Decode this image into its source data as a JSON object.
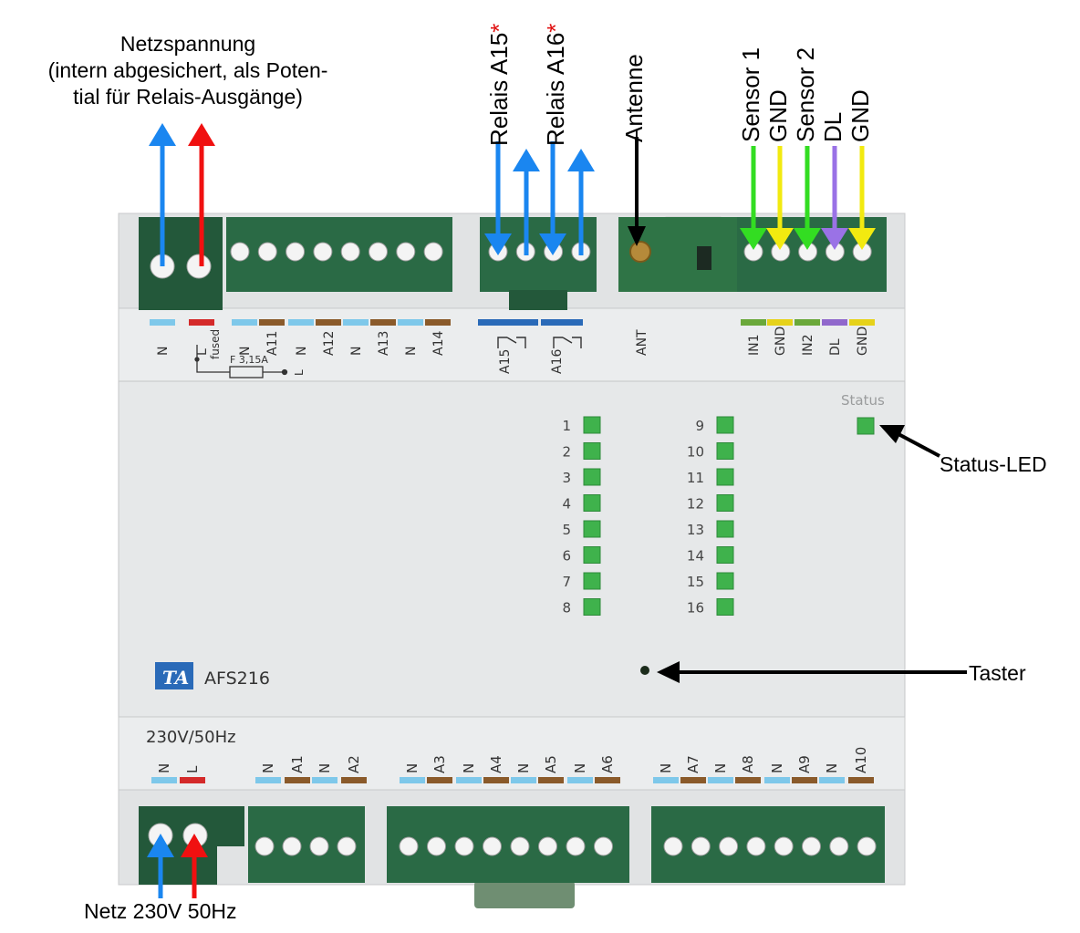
{
  "annotations": {
    "netzspannung": [
      "Netzspannung",
      "(intern abgesichert, als Poten-",
      "tial für Relais-Ausgänge)"
    ],
    "relais_a15": "Relais A15",
    "relais_a16": "Relais A16",
    "asterisk": "*",
    "antenne": "Antenne",
    "sensor1": "Sensor 1",
    "gnd_top_1": "GND",
    "sensor2": "Sensor 2",
    "dl": "DL",
    "gnd_top_2": "GND",
    "status_led": "Status-LED",
    "taster": "Taster",
    "netz": "Netz 230V 50Hz"
  },
  "device": {
    "model": "AFS216",
    "status_label": "Status",
    "voltage_label": "230V/50Hz",
    "fuse_label": "F 3,15A",
    "fused_label": "fused",
    "fuse_l_label": "L",
    "led_numbers_left": [
      "1",
      "2",
      "3",
      "4",
      "5",
      "6",
      "7",
      "8"
    ],
    "led_numbers_right": [
      "9",
      "10",
      "11",
      "12",
      "13",
      "14",
      "15",
      "16"
    ],
    "top_labels": [
      "N",
      "L",
      "N",
      "A11",
      "N",
      "A12",
      "N",
      "A13",
      "N",
      "A14",
      "A15",
      "A16",
      "ANT",
      "IN1",
      "GND",
      "IN2",
      "DL",
      "GND"
    ],
    "bottom_labels": [
      "N",
      "L",
      "N",
      "A1",
      "N",
      "A2",
      "N",
      "A3",
      "N",
      "A4",
      "N",
      "A5",
      "N",
      "A6",
      "N",
      "A7",
      "N",
      "A8",
      "N",
      "A9",
      "N",
      "A10"
    ]
  },
  "colors": {
    "blue_arrow": "#1a86f0",
    "red_arrow": "#f01010",
    "green_arrow": "#33dd22",
    "yellow_arrow": "#f2ea10",
    "purple_arrow": "#9a72e6",
    "terminal_green": "#23583a",
    "led_green": "#3fb24c",
    "housing": "#e4e6e7",
    "color_n": "#7ec8ea",
    "color_l": "#d42a2a",
    "color_a": "#8a5a2a",
    "color_relay": "#2a6ab8",
    "color_in": "#6aa83a",
    "color_gnd": "#e6d21a",
    "color_dl": "#9068cc"
  }
}
